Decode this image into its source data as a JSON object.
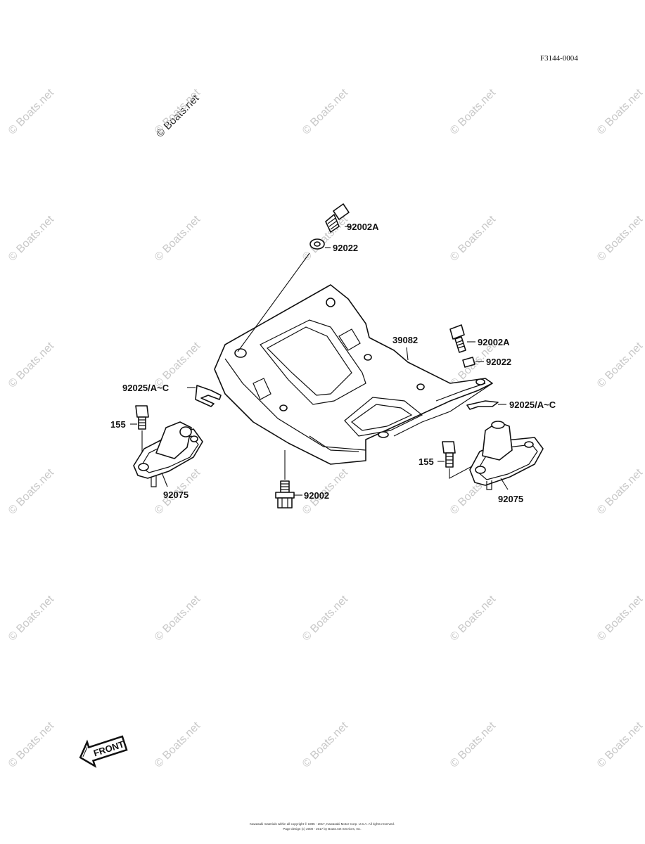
{
  "figure_id": "F3144-0004",
  "watermark": {
    "primary": "© Boats.net",
    "repeat": "© Boats.net"
  },
  "labels": {
    "bolt_top": "92002A",
    "washer_top": "92022",
    "bracket": "39082",
    "bolt_right": "92002A",
    "washer_right": "92022",
    "clip_left": "92025/A~C",
    "clip_right": "92025/A~C",
    "bolt_left_155": "155",
    "bolt_right_155": "155",
    "mount_left": "92075",
    "mount_right": "92075",
    "bolt_bottom": "92002"
  },
  "front_arrow": "FRONT",
  "footer": {
    "line1": "Kawasaki materials within all copyright © 1985 - 2017, Kawasaki Motor Corp. U.S.A. All rights reserved.",
    "line2": "Page design (c) 2000 - 2017 by Boats.net Services, Inc."
  }
}
